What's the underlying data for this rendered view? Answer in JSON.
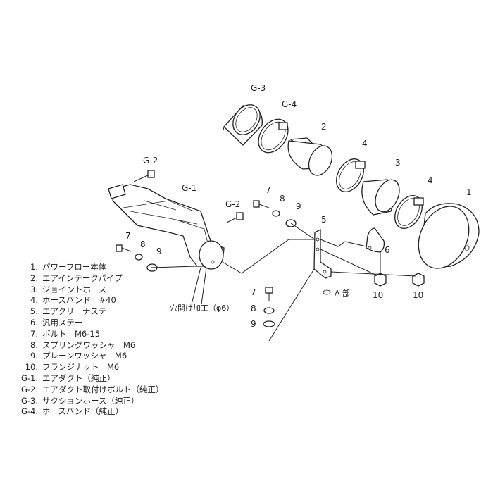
{
  "callouts": {
    "g3": "G-3",
    "g4": "G-4",
    "p2": "2",
    "p4a": "4",
    "p3": "3",
    "p4b": "4",
    "p1": "1",
    "g2a": "G-2",
    "g1": "G-1",
    "p7a": "7",
    "p8a": "8",
    "g2b": "G-2",
    "p9a": "9",
    "p5": "5",
    "p7b": "7",
    "p8b": "8",
    "p9b": "9",
    "p6": "6",
    "p10a": "10",
    "p10b": "10",
    "p7c": "7",
    "p8c": "8",
    "p9c": "9"
  },
  "notes": {
    "drill": "穴開け加工（φ6）",
    "section_a": "A 部"
  },
  "legend": [
    {
      "num": "1.",
      "name": "パワーフロー本体"
    },
    {
      "num": "2.",
      "name": "エアインテークパイプ"
    },
    {
      "num": "3.",
      "name": "ジョイントホース"
    },
    {
      "num": "4.",
      "name": "ホースバンド　#40"
    },
    {
      "num": "5.",
      "name": "エアクリーナステー"
    },
    {
      "num": "6.",
      "name": "汎用ステー"
    },
    {
      "num": "7.",
      "name": "ボルト　M6-15"
    },
    {
      "num": "8.",
      "name": "スプリングワッシャ　M6"
    },
    {
      "num": "9.",
      "name": "プレーンワッシャ　M6"
    },
    {
      "num": "10.",
      "name": "フランジナット　M6"
    },
    {
      "num": "G-1.",
      "name": "エアダクト（純正）"
    },
    {
      "num": "G-2.",
      "name": "エアダクト取付けボルト（純正）"
    },
    {
      "num": "G-3.",
      "name": "サクションホース（純正）"
    },
    {
      "num": "G-4.",
      "name": "ホースバンド（純正）"
    }
  ]
}
